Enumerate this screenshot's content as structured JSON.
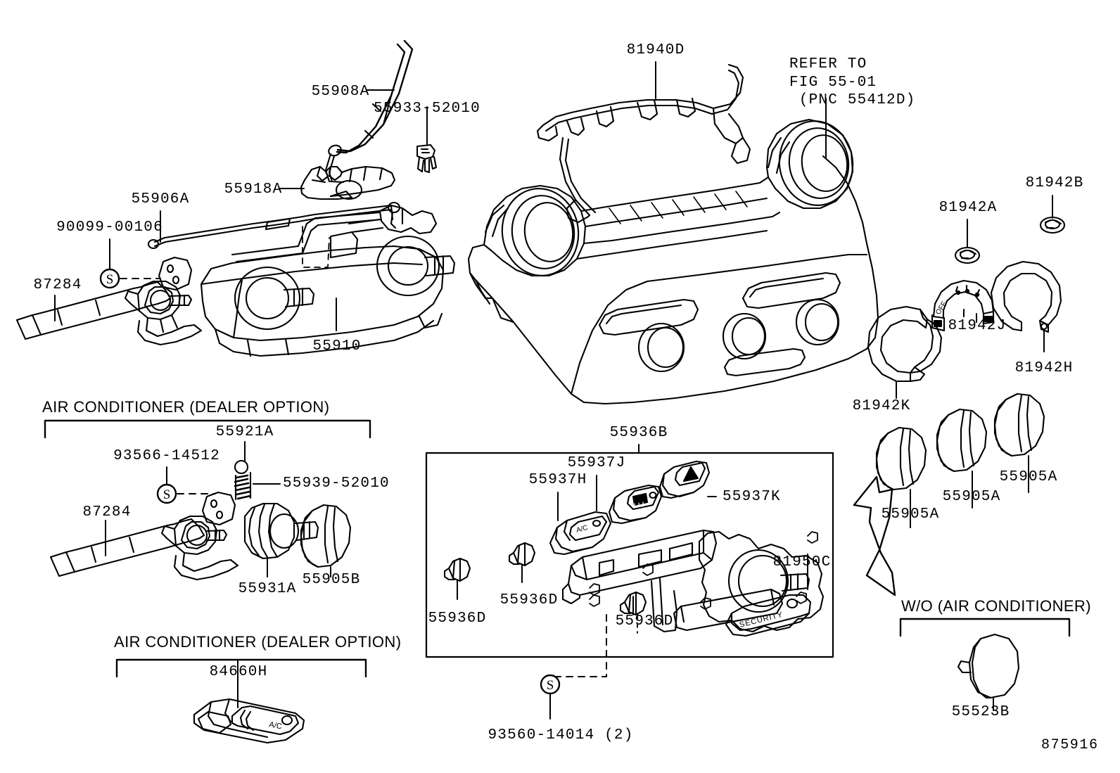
{
  "figure": {
    "number": "875916"
  },
  "group_brackets": [
    {
      "label": "AIR CONDITIONER (DEALER OPTION)",
      "name": "group-ac-dealer-option-upper"
    },
    {
      "label": "AIR CONDITIONER (DEALER OPTION)",
      "name": "group-ac-dealer-option-lower"
    },
    {
      "label": "W/O (AIR CONDITIONER)",
      "name": "group-wo-air-conditioner"
    }
  ],
  "note": {
    "line1": "REFER TO",
    "line2": "FIG 55-01",
    "line3": "(PNC 55412D)"
  },
  "callouts": [
    {
      "id": "c01",
      "text": "55908A",
      "name": "callout-55908a"
    },
    {
      "id": "c02",
      "text": "55933-52010",
      "name": "callout-55933-52010"
    },
    {
      "id": "c03",
      "text": "55918A",
      "name": "callout-55918a"
    },
    {
      "id": "c04",
      "text": "55906A",
      "name": "callout-55906a"
    },
    {
      "id": "c05",
      "text": "90099-00106",
      "name": "callout-90099-00106"
    },
    {
      "id": "c06",
      "text": "87284",
      "name": "callout-87284-upper"
    },
    {
      "id": "c07",
      "text": "55910",
      "name": "callout-55910"
    },
    {
      "id": "c08",
      "text": "81940D",
      "name": "callout-81940d"
    },
    {
      "id": "c09",
      "text": "81942B",
      "name": "callout-81942b"
    },
    {
      "id": "c10",
      "text": "81942A",
      "name": "callout-81942a"
    },
    {
      "id": "c11",
      "text": "81942J",
      "name": "callout-81942j"
    },
    {
      "id": "c12",
      "text": "81942H",
      "name": "callout-81942h"
    },
    {
      "id": "c13",
      "text": "81942K",
      "name": "callout-81942k"
    },
    {
      "id": "c14",
      "text": "55905A",
      "name": "callout-55905a-right"
    },
    {
      "id": "c15",
      "text": "55905A",
      "name": "callout-55905a-mid"
    },
    {
      "id": "c16",
      "text": "55905A",
      "name": "callout-55905a-left"
    },
    {
      "id": "c17",
      "text": "55921A",
      "name": "callout-55921a"
    },
    {
      "id": "c18",
      "text": "93566-14512",
      "name": "callout-93566-14512"
    },
    {
      "id": "c19",
      "text": "55939-52010",
      "name": "callout-55939-52010"
    },
    {
      "id": "c20",
      "text": "87284",
      "name": "callout-87284-lower"
    },
    {
      "id": "c21",
      "text": "55931A",
      "name": "callout-55931a"
    },
    {
      "id": "c22",
      "text": "55905B",
      "name": "callout-55905b"
    },
    {
      "id": "c23",
      "text": "84660H",
      "name": "callout-84660h"
    },
    {
      "id": "c24",
      "text": "55936B",
      "name": "callout-55936b"
    },
    {
      "id": "c25",
      "text": "55937J",
      "name": "callout-55937j"
    },
    {
      "id": "c26",
      "text": "55937H",
      "name": "callout-55937h"
    },
    {
      "id": "c27",
      "text": "55937K",
      "name": "callout-55937k"
    },
    {
      "id": "c28",
      "text": "55936D",
      "name": "callout-55936d-left"
    },
    {
      "id": "c29",
      "text": "55936D",
      "name": "callout-55936d-mid"
    },
    {
      "id": "c30",
      "text": "55936D",
      "name": "callout-55936d-lower"
    },
    {
      "id": "c31",
      "text": "81950C",
      "name": "callout-81950c"
    },
    {
      "id": "c32",
      "text": "93560-14014 (2)",
      "name": "callout-93560-14014"
    },
    {
      "id": "c33",
      "text": "55523B",
      "name": "callout-55523b"
    }
  ],
  "part_markings": {
    "ac_switch": "A/C",
    "ac_switch_lower": "A/C",
    "security_plate": "SECURITY",
    "dial_off": "OFF",
    "set_mark": "S"
  },
  "colors": {
    "line": "#000000",
    "background": "#ffffff"
  }
}
